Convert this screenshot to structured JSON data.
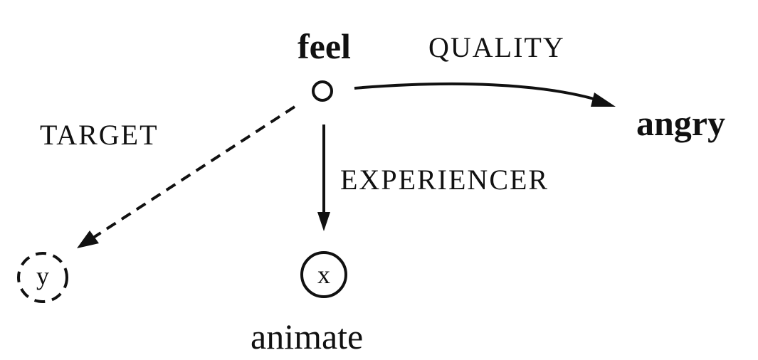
{
  "nodes": {
    "feel": {
      "label": "feel"
    },
    "angry": {
      "label": "angry"
    },
    "x": {
      "label": "x",
      "type_label": "animate"
    },
    "y": {
      "label": "y"
    }
  },
  "edges": {
    "quality": {
      "label": "QUALITY"
    },
    "target": {
      "label": "TARGET"
    },
    "experiencer": {
      "label": "EXPERIENCER"
    }
  }
}
